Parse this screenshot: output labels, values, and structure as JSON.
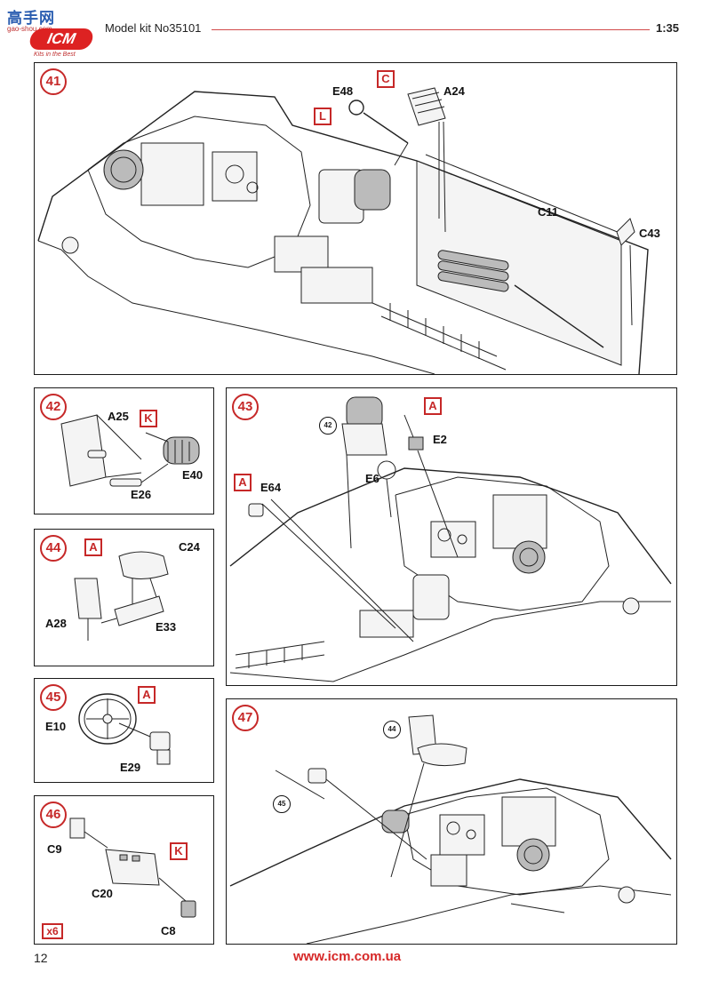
{
  "header": {
    "watermark_site": "高手网",
    "watermark_sub": "gao-shou.com",
    "brand": "ICM",
    "slogan": "Kits in the Best",
    "kit_label": "Model kit No35101",
    "scale": "1:35"
  },
  "steps": {
    "s41": {
      "number": "41",
      "parts": {
        "e48": "E48",
        "a24": "A24",
        "c11": "C11",
        "c43": "C43"
      },
      "codes": {
        "c": "C",
        "l": "L"
      }
    },
    "s42": {
      "number": "42",
      "parts": {
        "a25": "A25",
        "e40": "E40",
        "e26": "E26"
      },
      "codes": {
        "k": "K"
      }
    },
    "s43": {
      "number": "43",
      "parts": {
        "e2": "E2",
        "e64": "E64",
        "e6": "E6"
      },
      "codes": {
        "a_top": "A",
        "a_left": "A"
      },
      "refs": {
        "r42": "42"
      }
    },
    "s44": {
      "number": "44",
      "parts": {
        "c24": "C24",
        "a28": "A28",
        "e33": "E33"
      },
      "codes": {
        "a": "A"
      }
    },
    "s45": {
      "number": "45",
      "parts": {
        "e10": "E10",
        "e29": "E29"
      },
      "codes": {
        "a": "A"
      }
    },
    "s46": {
      "number": "46",
      "parts": {
        "c9": "C9",
        "c20": "C20",
        "c8": "C8"
      },
      "codes": {
        "k": "K"
      },
      "multiplier": "x6"
    },
    "s47": {
      "number": "47",
      "refs": {
        "r44": "44",
        "r45": "45"
      }
    }
  },
  "footer": {
    "page_number": "12",
    "website": "www.icm.com.ua"
  },
  "colors": {
    "accent": "#c62828",
    "line": "#1a1a1a"
  }
}
